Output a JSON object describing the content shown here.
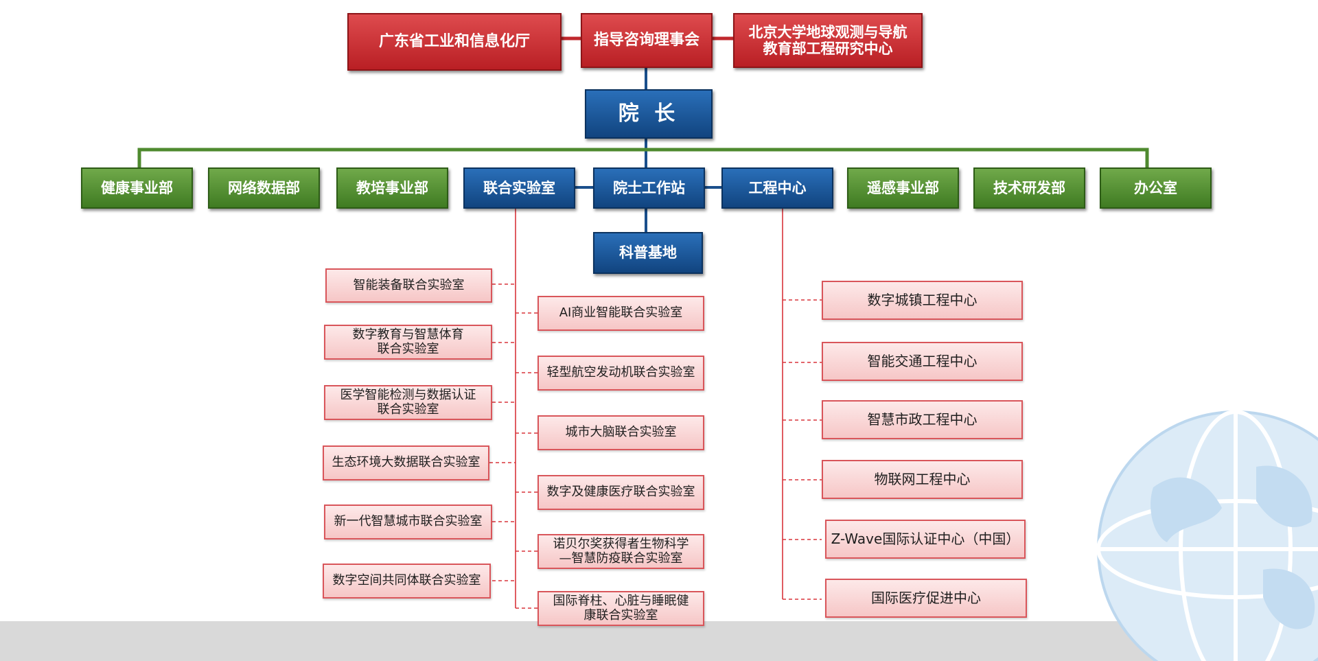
{
  "advisory": {
    "left": "广东省工业和信息化厅",
    "center": "指导咨询理事会",
    "right": "北京大学地球观测与导航\n教育部工程研究中心"
  },
  "dean": "院 长",
  "departments": {
    "health": "健康事业部",
    "network": "网络数据部",
    "education": "教培事业部",
    "joint_labs": "联合实验室",
    "academician": "院士工作站",
    "eng_center": "工程中心",
    "remote_sensing": "遥感事业部",
    "tech_rd": "技术研发部",
    "office": "办公室"
  },
  "science_base": "科普基地",
  "labs_left": [
    "智能装备联合实验室",
    "数字教育与智慧体育\n联合实验室",
    "医学智能检测与数据认证\n联合实验室",
    "生态环境大数据联合实验室",
    "新一代智慧城市联合实验室",
    "数字空间共同体联合实验室"
  ],
  "labs_right": [
    "AI商业智能联合实验室",
    "轻型航空发动机联合实验室",
    "城市大脑联合实验室",
    "数字及健康医疗联合实验室",
    "诺贝尔奖获得者生物科学\n—智慧防疫联合实验室",
    "国际脊柱、心脏与睡眠健\n康联合实验室"
  ],
  "eng_centers": [
    "数字城镇工程中心",
    "智能交通工程中心",
    "智慧市政工程中心",
    "物联网工程中心",
    "Z-Wave国际认证中心（中国）",
    "国际医疗促进中心"
  ],
  "colors": {
    "red": "#c0282d",
    "blue": "#1a5597",
    "green": "#4f8a2f",
    "pink_fill": "#fadadb",
    "connector_green": "#4f8a2f",
    "connector_blue": "#1a4f8c",
    "connector_red_dashed": "#d9333a"
  }
}
